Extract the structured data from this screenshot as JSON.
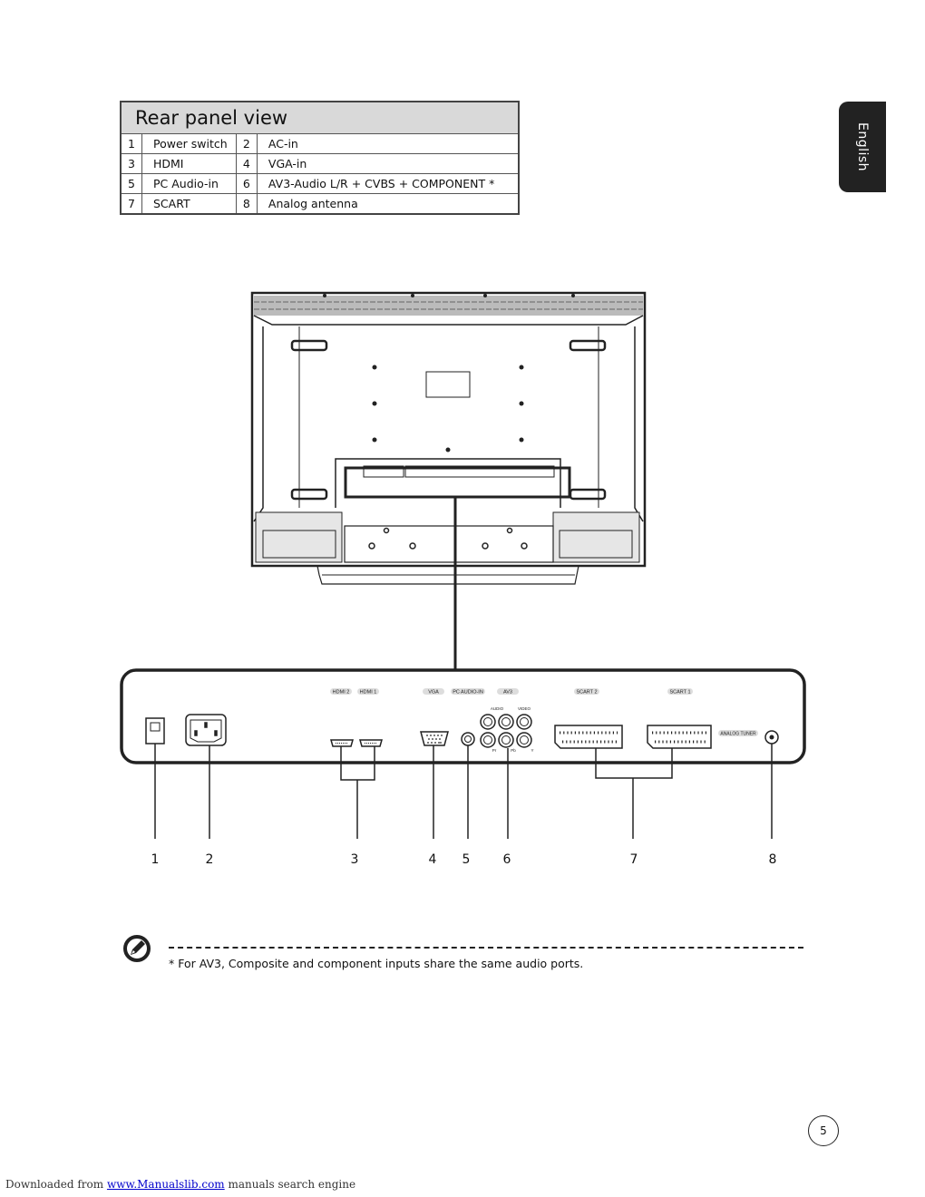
{
  "language_tab": "English",
  "table": {
    "title": "Rear panel view",
    "rows": [
      {
        "n1": "1",
        "l1": "Power switch",
        "n2": "2",
        "l2": "AC-in"
      },
      {
        "n1": "3",
        "l1": "HDMI",
        "n2": "4",
        "l2": "VGA-in"
      },
      {
        "n1": "5",
        "l1": "PC Audio-in",
        "n2": "6",
        "l2": "AV3-Audio L/R + CVBS + COMPONENT *"
      },
      {
        "n1": "7",
        "l1": "SCART",
        "n2": "8",
        "l2": "Analog antenna"
      }
    ]
  },
  "panel_labels": {
    "hdmi2": "HDMI 2",
    "hdmi1": "HDMI 1",
    "vga": "VGA",
    "pc_audio": "PC AUDIO-IN",
    "av3": "AV3",
    "audio": "AUDIO",
    "video": "VIDEO",
    "pr": "Pr",
    "pb": "Pb",
    "y": "Y",
    "scart2": "SCART 2",
    "scart1": "SCART 1",
    "analog_tuner": "ANALOG TUNER"
  },
  "callouts": [
    "1",
    "2",
    "3",
    "4",
    "5",
    "6",
    "7",
    "8"
  ],
  "note": "*  For AV3, Composite and component inputs share the same audio ports.",
  "page_number": "5",
  "footer": {
    "prefix": "Downloaded from ",
    "link": "www.Manualslib.com",
    "suffix": "  manuals search engine"
  }
}
